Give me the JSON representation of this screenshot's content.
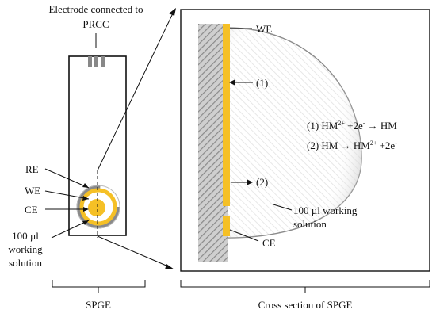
{
  "labels": {
    "electrode_connected": "Electrode connected to",
    "prcc": "PRCC",
    "re": "RE",
    "we_left": "WE",
    "ce_left": "CE",
    "working_solution_left_1": "100 µl",
    "working_solution_left_2": "working",
    "working_solution_left_3": "solution",
    "spge": "SPGE",
    "we_right": "WE",
    "step1_marker": "(1)",
    "step2_marker": "(2)",
    "ce_right": "CE",
    "working_solution_right_1": "100 µl working",
    "working_solution_right_2": "solution",
    "cross_section": "Cross section of SPGE"
  },
  "equations": [
    {
      "num": "(1) HM",
      "sup1": "2+",
      "mid": " +2e",
      "sup2": "-",
      "tail": " → HM",
      "sup3": ""
    },
    {
      "num": "(2) HM → HM",
      "sup1": "2+",
      "mid": " +2e",
      "sup2": "-",
      "tail": "",
      "sup3": ""
    }
  ],
  "colors": {
    "gold": "#f5c026",
    "gray_electrode": "#888888",
    "hatch": "#999999",
    "line": "#222222"
  }
}
